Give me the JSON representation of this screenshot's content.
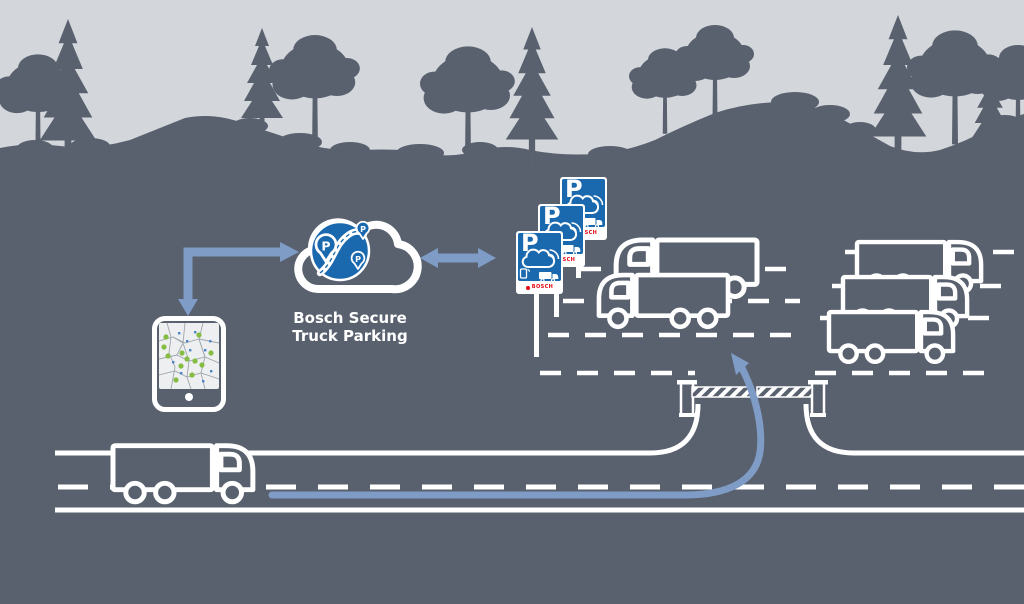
{
  "scene": {
    "title": {
      "line1": "Bosch Secure",
      "line2": "Truck Parking"
    },
    "sign": {
      "letter": "P",
      "brand": "BOSCH"
    }
  },
  "colors": {
    "bg": "#59616f",
    "sky": "#d3d6da",
    "white": "#ffffff",
    "accent": "#7f9cc6",
    "signblue": "#1a68ad",
    "red": "#e30613",
    "green": "#84bd41",
    "mapblue": "#4a86c8",
    "mapbg": "#edeff0",
    "maproad": "#9fa6ad"
  }
}
